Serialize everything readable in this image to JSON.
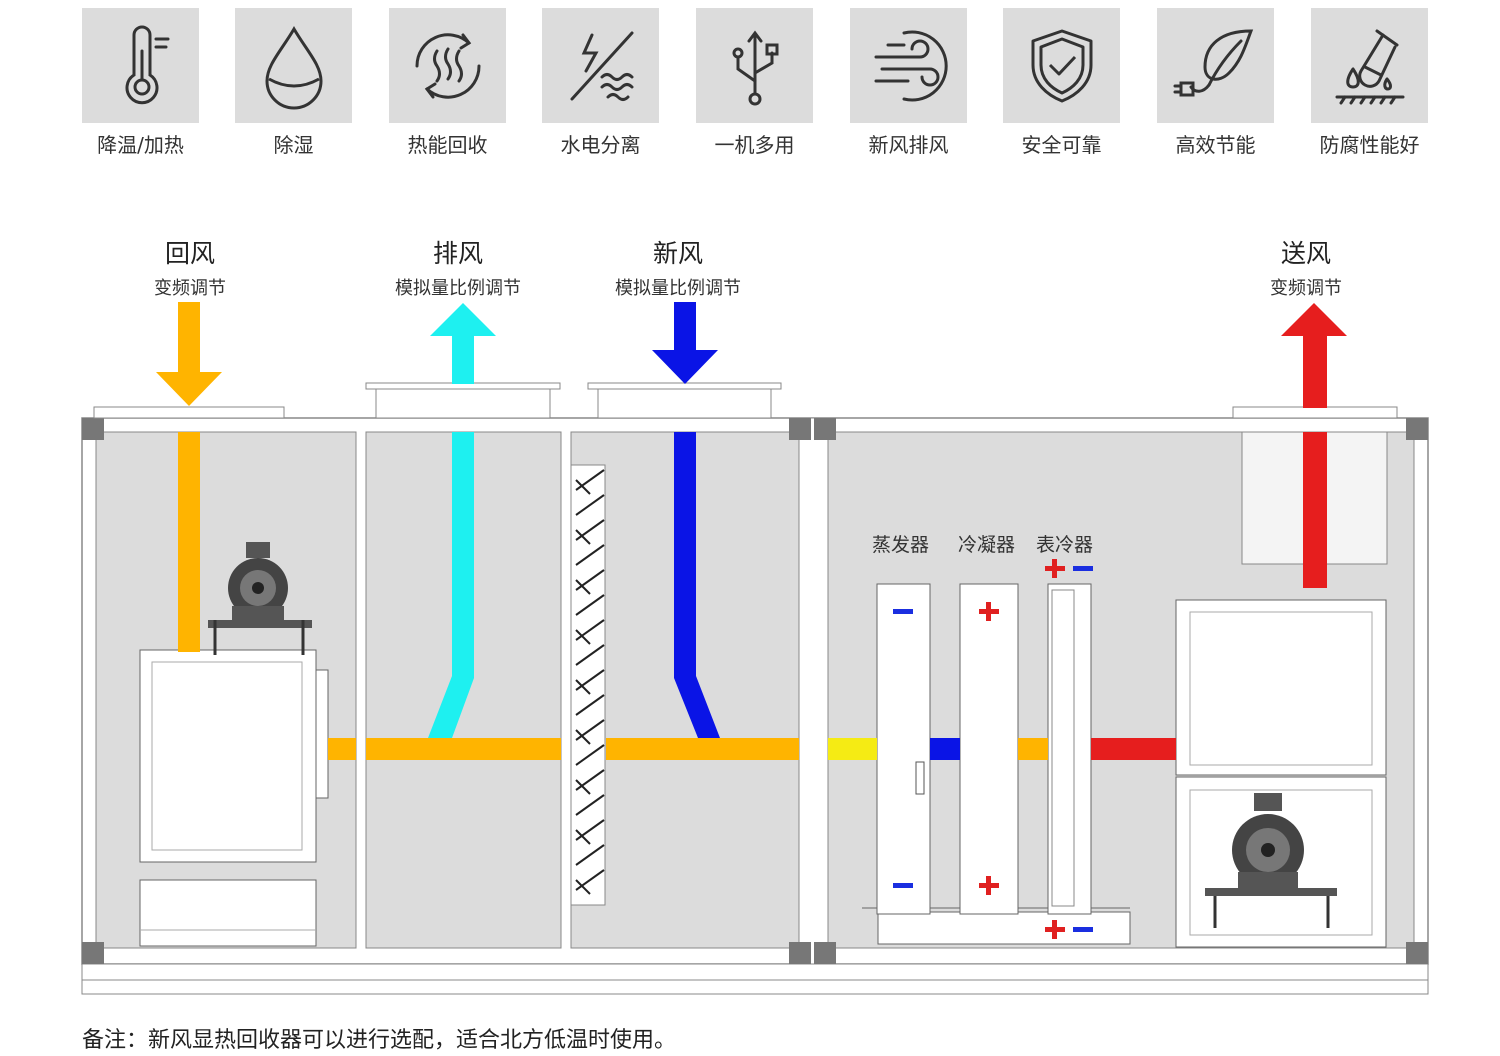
{
  "features": [
    {
      "label": "降温/加热",
      "icon": "thermometer-icon"
    },
    {
      "label": "除湿",
      "icon": "water-drop-icon"
    },
    {
      "label": "热能回收",
      "icon": "heat-recycle-icon"
    },
    {
      "label": "水电分离",
      "icon": "water-electric-separation-icon"
    },
    {
      "label": "一机多用",
      "icon": "usb-icon"
    },
    {
      "label": "新风排风",
      "icon": "wind-icon"
    },
    {
      "label": "安全可靠",
      "icon": "shield-check-icon"
    },
    {
      "label": "高效节能",
      "icon": "leaf-plug-icon"
    },
    {
      "label": "防腐性能好",
      "icon": "test-tube-icon"
    }
  ],
  "airflows": {
    "return": {
      "title": "回风",
      "sub": "变频调节",
      "color": "#FFB400"
    },
    "exhaust": {
      "title": "排风",
      "sub": "模拟量比例调节",
      "color": "#1EF0F0"
    },
    "fresh": {
      "title": "新风",
      "sub": "模拟量比例调节",
      "color": "#0A14E6"
    },
    "supply": {
      "title": "送风",
      "sub": "变频调节",
      "color": "#E61E1E"
    }
  },
  "components": {
    "evaporator": "蒸发器",
    "condenser": "冷凝器",
    "surface_cooler": "表冷器"
  },
  "note": "备注：新风显热回收器可以进行选配，适合北方低温时使用。"
}
